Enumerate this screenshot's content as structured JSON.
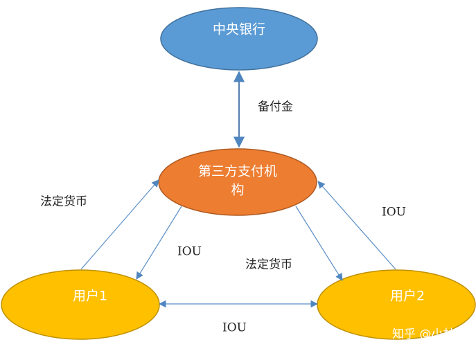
{
  "nodes": {
    "central_bank": "中央银行",
    "third_party_line1": "第三方支付机",
    "third_party_line2": "构",
    "user1": "用户1",
    "user2": "用户2"
  },
  "edges": {
    "bank_third_party": "备付金",
    "user1_to_third_party": "法定货币",
    "third_party_to_user1": "IOU",
    "third_party_to_user2": "法定货币",
    "user2_to_third_party": "IOU",
    "user1_user2": "IOU"
  },
  "watermark": "知乎 @小林呢",
  "colors": {
    "central_bank_fill": "#5b9bd5",
    "third_party_fill": "#ed7d31",
    "user_fill": "#ffc000",
    "arrow": "#5b8fc7"
  }
}
